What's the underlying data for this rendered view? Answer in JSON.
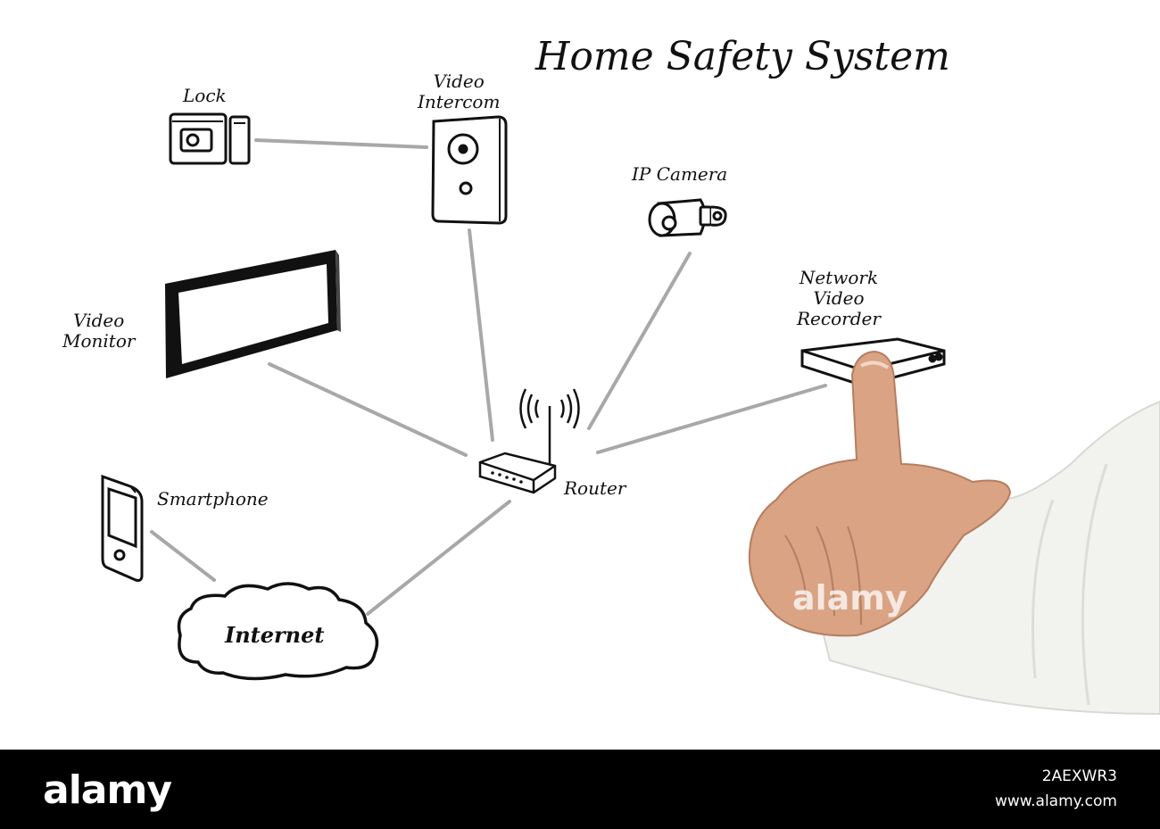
{
  "title": "Home Safety System",
  "nodes": {
    "lock": "Lock",
    "video_intercom": [
      "Video",
      "Intercom"
    ],
    "ip_camera": "IP Camera",
    "network_video_recorder": [
      "Network",
      "Video",
      "Recorder"
    ],
    "video_monitor": [
      "Video",
      "Monitor"
    ],
    "router": "Router",
    "smartphone": "Smartphone",
    "internet": "Internet"
  },
  "watermark": "alamy",
  "footer": {
    "brand": "alamy",
    "image_id": "2AEXWR3",
    "site": "www.alamy.com"
  },
  "colors": {
    "connector": "#a8a8a8",
    "ink": "#111111",
    "footer_bg": "#000000",
    "skin": "#d9a384",
    "sleeve": "#f2f2ef"
  }
}
